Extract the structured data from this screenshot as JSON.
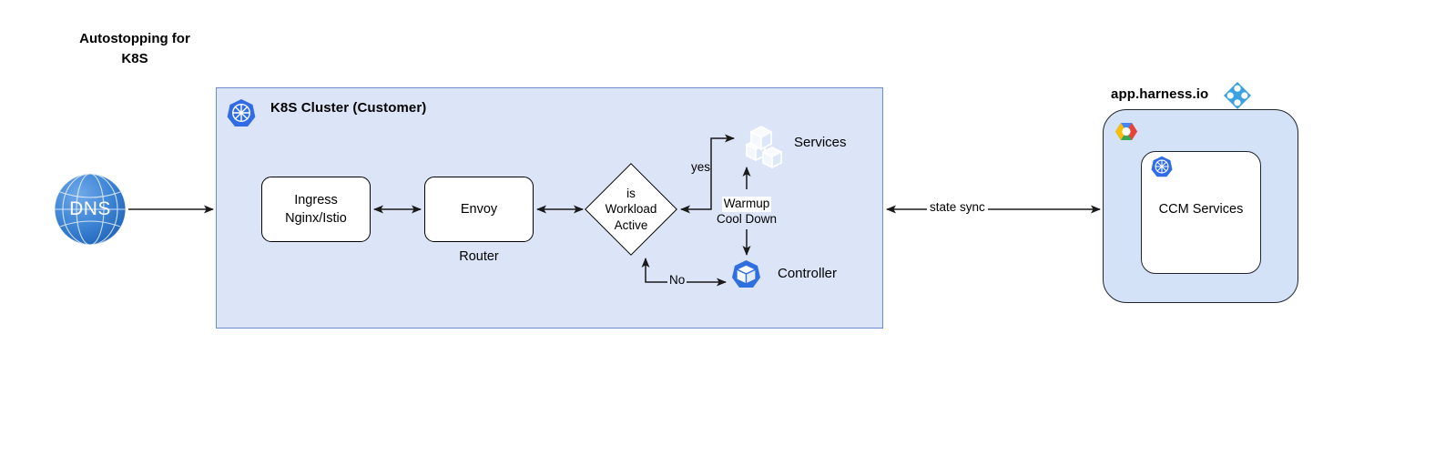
{
  "title": "Autostopping for\nK8S",
  "cluster": {
    "label": "K8S Cluster (Customer)",
    "icon": "kubernetes-icon"
  },
  "nodes": {
    "dns": {
      "label": "DNS",
      "icon": "globe-icon"
    },
    "ingress": {
      "label": "Ingress\nNginx/Istio"
    },
    "envoy": {
      "label": "Envoy",
      "caption": "Router"
    },
    "decision": {
      "label": "is\nWorkload\nActive"
    },
    "services": {
      "label": "Services",
      "icon": "kubernetes-pods-icon"
    },
    "controller": {
      "label": "Controller",
      "icon": "kubernetes-pod-icon"
    }
  },
  "edges": {
    "yes": "yes",
    "no": "No",
    "state_sync": "state sync",
    "warmup": "Warmup",
    "cooldown": "Cool Down"
  },
  "cloud": {
    "label": "app.harness.io",
    "logo": "harness-logo-icon",
    "provider_icon": "google-cloud-icon",
    "inner": {
      "label": "CCM Services",
      "icon": "kubernetes-icon"
    }
  },
  "colors": {
    "cluster_fill": "#dce4f7",
    "cluster_border": "#6d8ccc",
    "cloud_fill": "#d4e2f8",
    "cloud_border": "#20242b",
    "k8s_blue": "#326ce5",
    "harness_blue": "#4398d7",
    "edge": "#1a1a1a"
  }
}
